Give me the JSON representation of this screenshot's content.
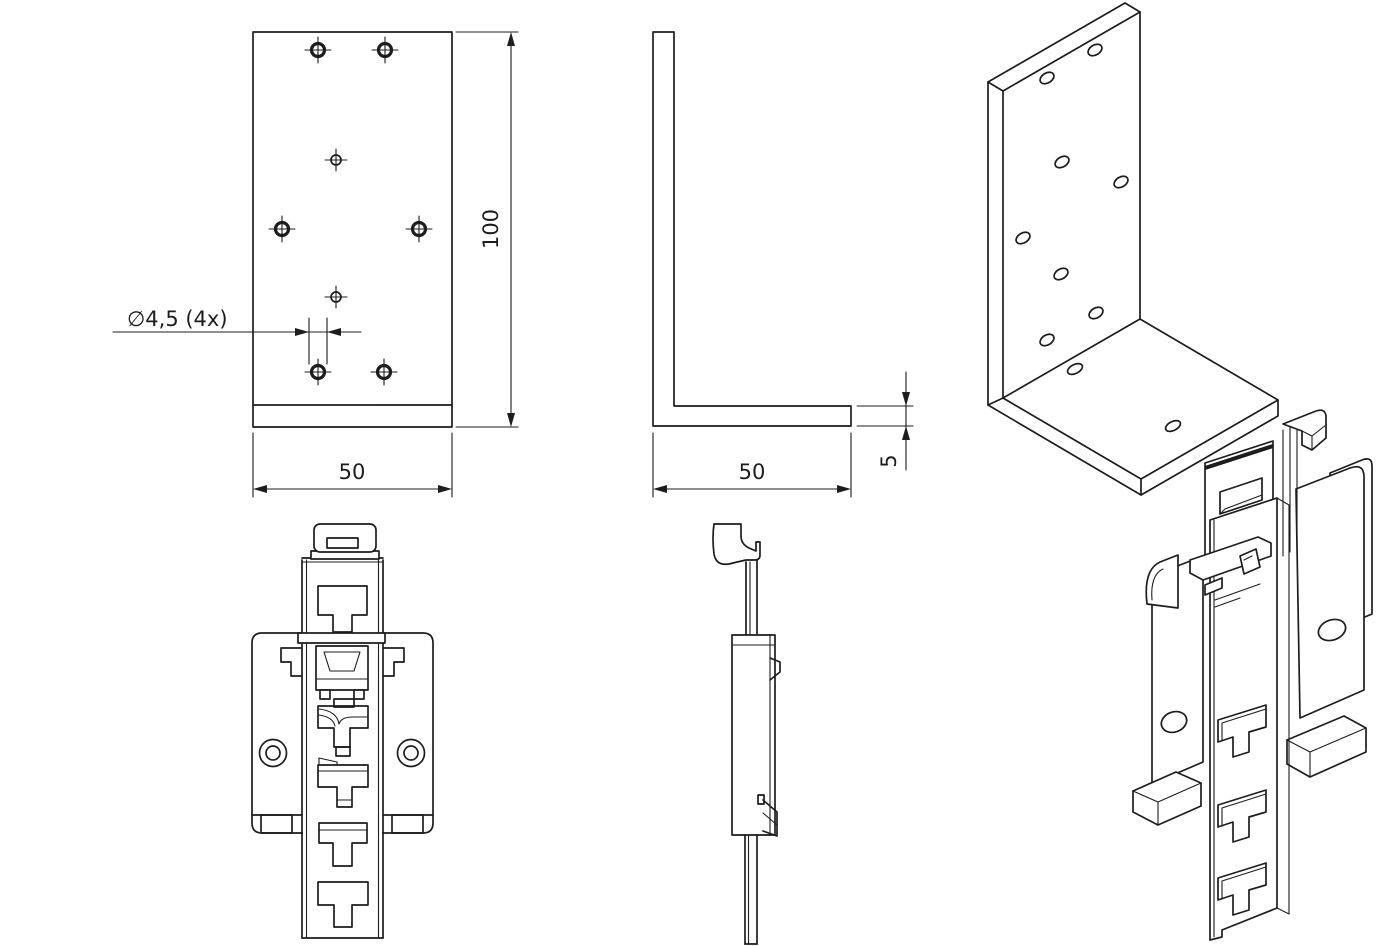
{
  "drawing": {
    "dimensions": {
      "plate_height": "100",
      "plate_width": "50",
      "side_width": "50",
      "thickness": "5",
      "hole_callout": "∅4,5 (4x)"
    },
    "colors": {
      "line": "#1d1d1d",
      "background": "#ffffff"
    },
    "views": {
      "front_view": "bracket front view",
      "side_view": "bracket side profile",
      "iso_bracket": "bracket isometric view",
      "clip_front": "din-rail adapter front view",
      "clip_side": "din-rail adapter side view",
      "iso_assembly": "adapter isometric view"
    }
  }
}
